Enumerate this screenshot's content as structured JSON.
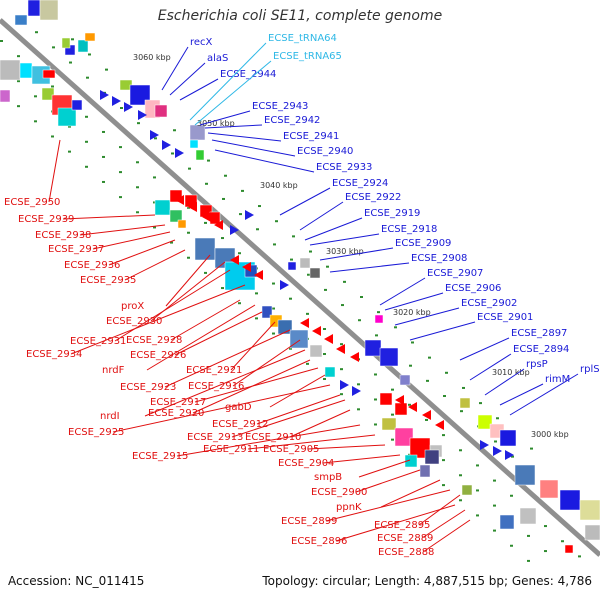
{
  "title": "Escherichia coli SE11, complete genome",
  "footer": {
    "accession": "Accession: NC_011415",
    "summary": "Topology: circular; Length: 4,887,515 bp; Genes: 4,786"
  },
  "colors": {
    "forward_label": "#1a1ad6",
    "reverse_label": "#e01010",
    "trna_label": "#2fb8e6",
    "backbone": "#8f8f8f"
  },
  "ticks": [
    "3060 kbp",
    "3050 kbp",
    "3040 kbp",
    "3030 kbp",
    "3020 kbp",
    "3010 kbp",
    "3000 kbp"
  ],
  "forward_labels": [
    "recX",
    "alaS",
    "ECSE_2944",
    "ECSE_2943",
    "ECSE_2942",
    "ECSE_2941",
    "ECSE_2940",
    "ECSE_2933",
    "ECSE_2924",
    "ECSE_2922",
    "ECSE_2919",
    "ECSE_2918",
    "ECSE_2909",
    "ECSE_2908",
    "ECSE_2907",
    "ECSE_2906",
    "ECSE_2902",
    "ECSE_2901",
    "ECSE_2897",
    "ECSE_2894",
    "rpsP",
    "rimM",
    "rplS"
  ],
  "trna_labels": [
    "ECSE_tRNA64",
    "ECSE_tRNA65"
  ],
  "reverse_labels": [
    "ECSE_2950",
    "ECSE_2939",
    "ECSE_2938",
    "ECSE_2937",
    "ECSE_2936",
    "ECSE_2935",
    "proX",
    "ECSE_2930",
    "ECSE_2931",
    "ECSE_2934",
    "ECSE_2928",
    "nrdF",
    "ECSE_2926",
    "ECSE_2921",
    "ECSE_2923",
    "ECSE_2916",
    "nrdI",
    "ECSE_2920",
    "ECSE_2917",
    "gabD",
    "ECSE_2925",
    "ECSE_2912",
    "ECSE_2913",
    "ECSE_2910",
    "ECSE_2915",
    "ECSE_2911",
    "ECSE_2905",
    "ECSE_2904",
    "smpB",
    "ECSE_2900",
    "ppnK",
    "ECSE_2899",
    "ECSE_2895",
    "ECSE_2896",
    "ECSE_2889",
    "ECSE_2888"
  ]
}
